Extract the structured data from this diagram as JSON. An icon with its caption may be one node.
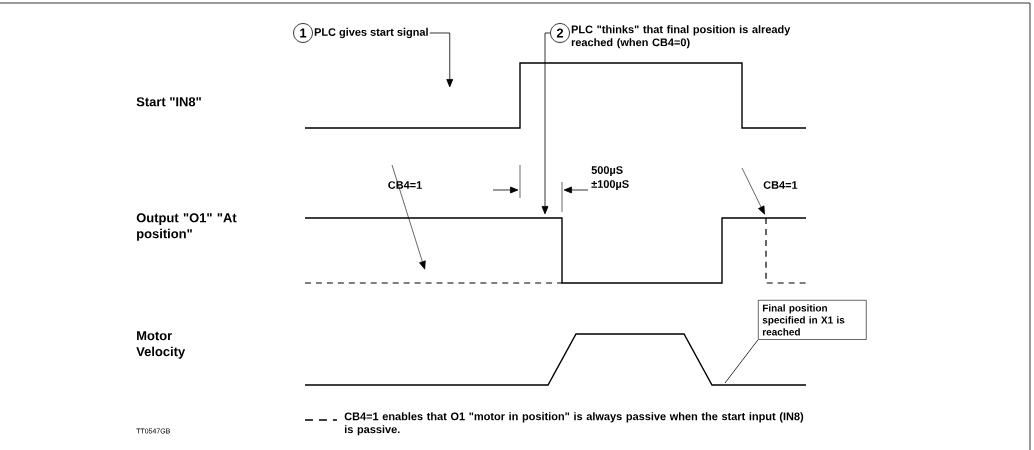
{
  "diagram": {
    "nodes": [
      {
        "text": [
          "1"
        ],
        "beside": [
          "PLC gives start signal"
        ]
      },
      {
        "text": [
          "2"
        ],
        "beside": [
          "PLC \"thinks\" that final position is already reached (when CB4=0)"
        ]
      },
      {
        "text": [
          "Final position specified in X1 is reached"
        ]
      }
    ],
    "edges": [
      {
        "from": 0,
        "to": null,
        "arrow": "to"
      },
      {
        "from": 1,
        "to": null,
        "arrow": "to"
      },
      {
        "from": 2,
        "to": null,
        "arrow": "none"
      }
    ],
    "labels": [
      "Start \"IN8\"",
      "Output \"O1\" \"At position\"",
      "Motor Velocity",
      "CB4=1",
      "500µS ±100µS",
      "CB4=1",
      "TT0547GB"
    ],
    "legend": [
      {
        "text": "CB4=1 enables that O1 \"motor in position\" is always passive when the start input (IN8) is passive."
      }
    ]
  }
}
